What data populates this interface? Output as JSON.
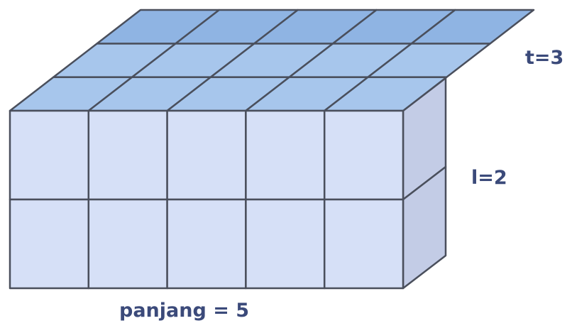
{
  "diagram": {
    "length_label": "panjang = 5",
    "width_label": "l=2",
    "height_label": "t=3",
    "length_units": 5,
    "width_units": 2,
    "height_units": 3
  },
  "colors": {
    "front_face": "#d6e0f7",
    "side_face": "#c3cce6",
    "top_face": "#a7c6ec",
    "top_face_far": "#8fb4e3",
    "edge": "#4a4f5c",
    "label": "#3b4a7a"
  }
}
